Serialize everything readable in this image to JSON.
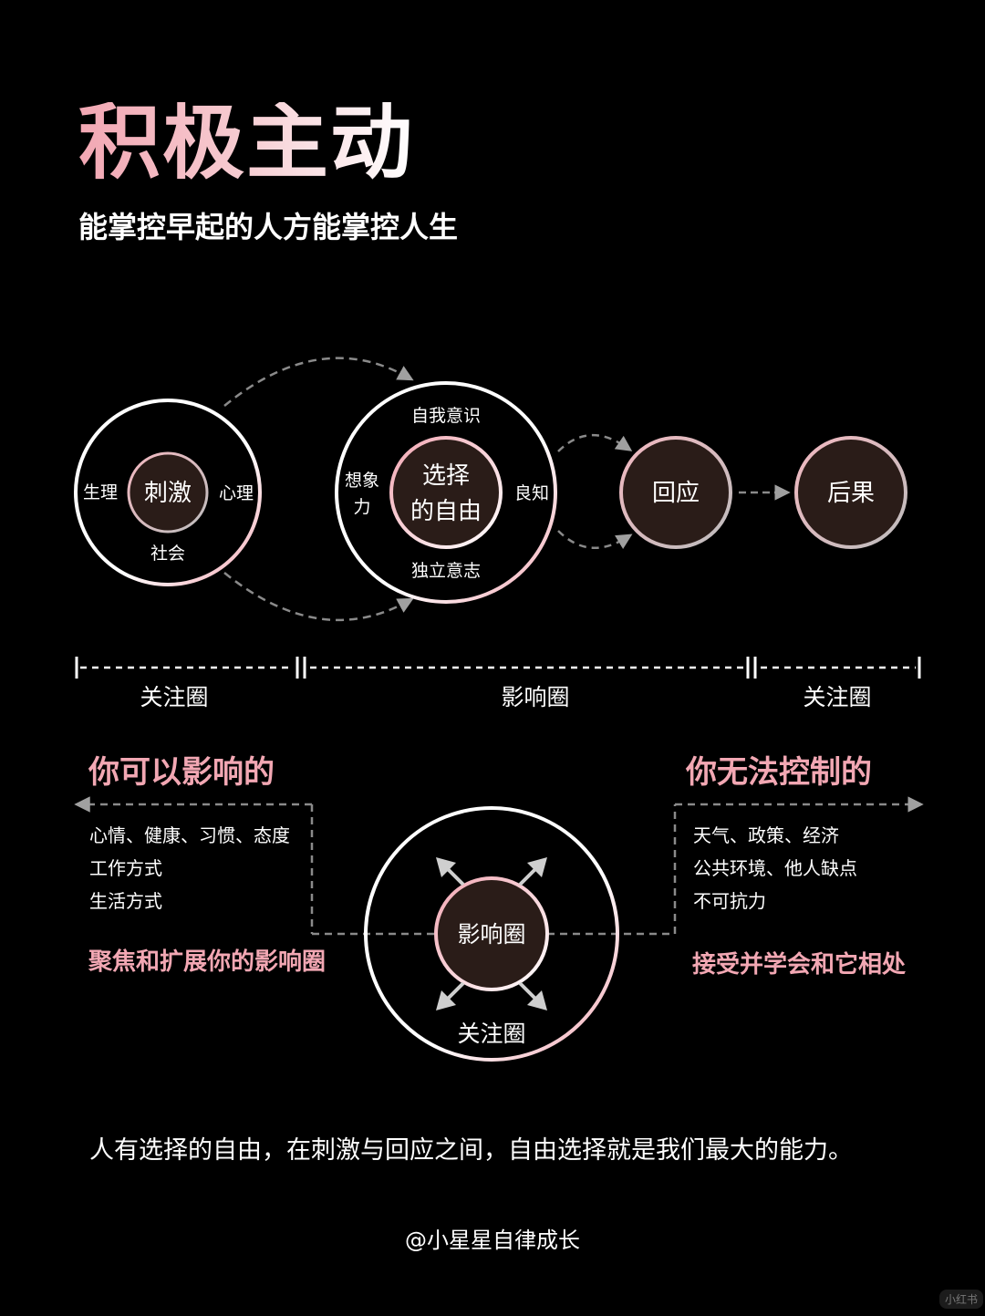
{
  "header": {
    "title": "积极主动",
    "subtitle": "能掌控早起的人方能掌控人生"
  },
  "flow": {
    "stimulus": {
      "center": "刺激",
      "left": "生理",
      "right": "心理",
      "bottom": "社会"
    },
    "choice": {
      "center_line1": "选择",
      "center_line2": "的自由",
      "top": "自我意识",
      "left_line1": "想象",
      "left_line2": "力",
      "right": "良知",
      "bottom": "独立意志"
    },
    "response": "回应",
    "result": "后果"
  },
  "scale": {
    "left": "关注圈",
    "middle": "影响圈",
    "right": "关注圈"
  },
  "left_panel": {
    "heading": "你可以影响的",
    "items": [
      "心情、健康、习惯、态度",
      "工作方式",
      "生活方式"
    ],
    "emphasis": "聚焦和扩展你的影响圈"
  },
  "right_panel": {
    "heading": "你无法控制的",
    "items": [
      "天气、政策、经济",
      "公共环境、他人缺点",
      "不可抗力"
    ],
    "emphasis": "接受并学会和它相处"
  },
  "circles": {
    "inner": "影响圈",
    "outer": "关注圈"
  },
  "footer": {
    "quote": "人有选择的自由，在刺激与回应之间，自由选择就是我们最大的能力。",
    "signature": "@小星星自律成长",
    "watermark": "小红书"
  },
  "colors": {
    "background": "#000000",
    "accent_pink": "#f2a7b3",
    "inner_circle_fill": "#2a1c18",
    "dash_gray": "#8a8a8a"
  }
}
